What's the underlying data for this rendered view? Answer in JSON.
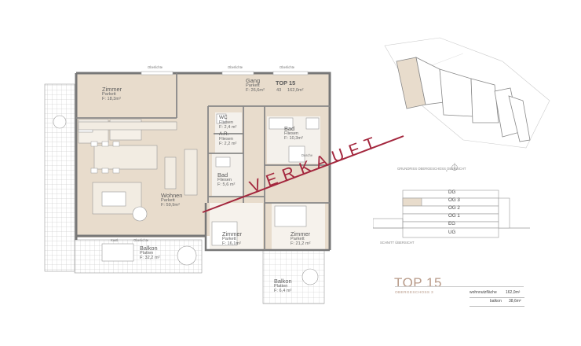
{
  "main_plan": {
    "rooms": [
      {
        "id": "zimmer1",
        "name": "Zimmer",
        "floor": "Parkett",
        "area": "F: 18,3m²"
      },
      {
        "id": "gang",
        "name": "Gang",
        "floor": "Parkett",
        "area": "F: 26,6m²"
      },
      {
        "id": "wc",
        "name": "WC",
        "floor": "Fliesen",
        "area": "F: 2,4 m²"
      },
      {
        "id": "ar",
        "name": "A.R.",
        "floor": "Fliesen",
        "area": "F: 2,2 m²"
      },
      {
        "id": "bad1",
        "name": "Bad",
        "floor": "Fliesen",
        "area": "F: 10,3m²"
      },
      {
        "id": "bad2",
        "name": "Bad",
        "floor": "Fliesen",
        "area": "F: 5,6 m²"
      },
      {
        "id": "wohnen",
        "name": "Wohnen",
        "floor": "Parkett",
        "area": "F: 59,9m²"
      },
      {
        "id": "zimmer2",
        "name": "Zimmer",
        "floor": "Parkett",
        "area": "F: 16,1m²"
      },
      {
        "id": "zimmer3",
        "name": "Zimmer",
        "floor": "Parkett",
        "area": "F: 21,2 m²"
      },
      {
        "id": "balkon1",
        "name": "Balkon",
        "floor": "Platten",
        "area": "F: 32,2 m²"
      },
      {
        "id": "balkon2",
        "name": "Balkon",
        "floor": "Platten",
        "area": "F: 6,4 m²"
      }
    ],
    "unit_label": "TOP 15",
    "unit_sub_a": "43",
    "unit_sub_b": "162,0m²",
    "dusche": "Dusche",
    "small_labels": [
      "Oberlichte",
      "Oberlichte",
      "Oberlichte",
      "Oberlichte",
      "Kastl"
    ],
    "stamp": "VERKAUFT",
    "colors": {
      "beige": "#e8dccc",
      "stamp": "#a3263d"
    }
  },
  "site": {
    "caption": "GRUNDRISS OBERGESCHOSS OBERSICHT"
  },
  "section": {
    "levels": [
      "DG",
      "OG 3",
      "OG 2",
      "OG 1",
      "EG",
      "UG"
    ],
    "highlight_level": "OG 3",
    "caption": "SCHNITT ÜBERSICHT"
  },
  "title_block": {
    "title": "TOP 15",
    "subtitle": "OBERGESCHOSS 3",
    "rows": [
      {
        "label": "wohnnutzfläche",
        "value": "162,0m²"
      },
      {
        "label": "balkon",
        "value": "38,6m²"
      }
    ]
  }
}
